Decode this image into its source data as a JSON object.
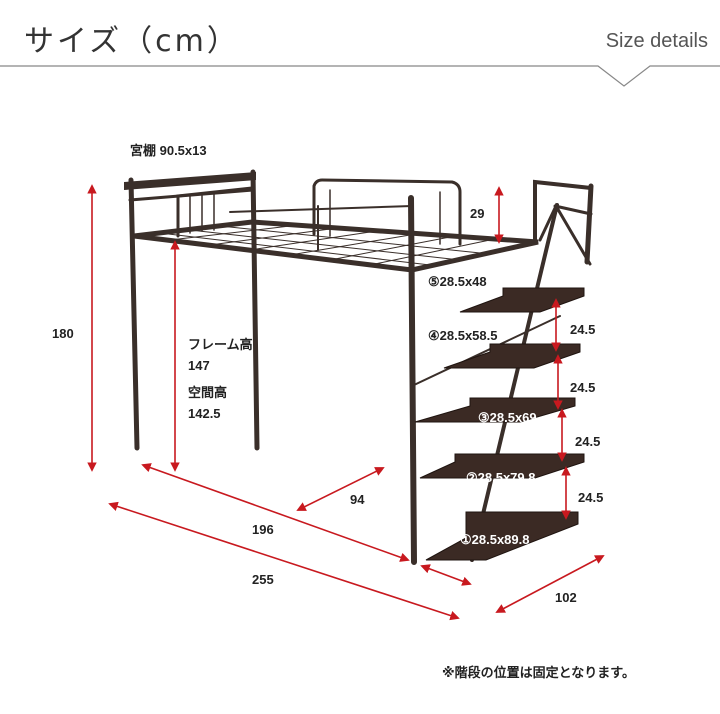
{
  "header": {
    "title": "サイズ（cm）",
    "subtitle": "Size details"
  },
  "labels": {
    "shelf": "宮棚 90.5x13",
    "height_total": "180",
    "frame_height_title": "フレーム高",
    "frame_height_value": "147",
    "space_height_title": "空間高",
    "space_height_value": "142.5",
    "guard_height": "29",
    "inner_width": "94",
    "inner_length": "196",
    "total_length": "255",
    "total_width": "102"
  },
  "steps": [
    {
      "label": "⑤28.5x48"
    },
    {
      "label": "④28.5x58.5"
    },
    {
      "label": "③28.5x69"
    },
    {
      "label": "②28.5x79.8"
    },
    {
      "label": "①28.5x89.8"
    }
  ],
  "step_gaps": [
    "24.5",
    "24.5",
    "24.5",
    "24.5"
  ],
  "footer": {
    "note": "※階段の位置は固定となります。"
  },
  "colors": {
    "frame": "#3a2f2a",
    "tread": "#3b2a24",
    "dimension": "#c8191f",
    "rule": "#888888"
  }
}
